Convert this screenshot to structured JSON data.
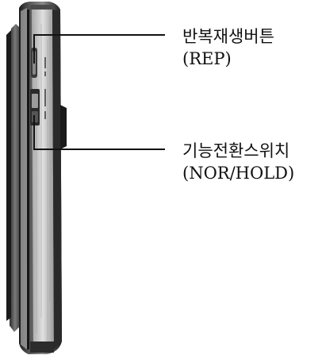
{
  "callouts": {
    "repeat_button": {
      "name": "반복재생버튼",
      "code": "(REP)"
    },
    "function_switch": {
      "name": "기능전환스위치",
      "code": "(NOR/HOLD)"
    }
  },
  "colors": {
    "body_dark": "#2a2a2a",
    "body_mid": "#5a5a5a",
    "body_light": "#cfcfcf",
    "line": "#111111"
  },
  "icons": [
    "belt-clip",
    "repeat-button",
    "hold-switch",
    "side-button"
  ]
}
